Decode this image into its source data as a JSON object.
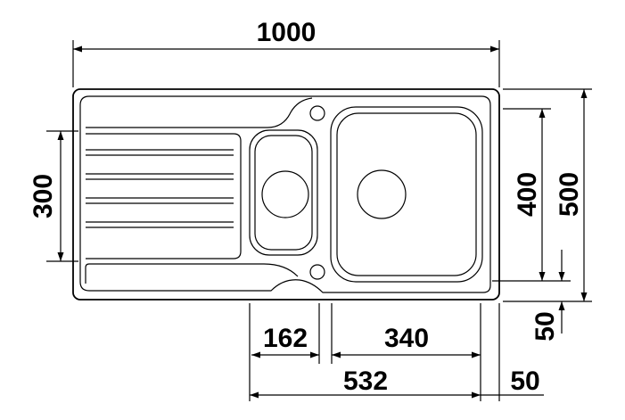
{
  "diagram": {
    "subject": "sink",
    "dimensions": {
      "overall_width": "1000",
      "overall_depth": "500",
      "main_bowl_depth": "400",
      "drainer_depth": "300",
      "small_bowl_width": "162",
      "main_bowl_width": "340",
      "bowls_total_width": "532",
      "right_margin": "50",
      "front_margin": "50"
    }
  }
}
